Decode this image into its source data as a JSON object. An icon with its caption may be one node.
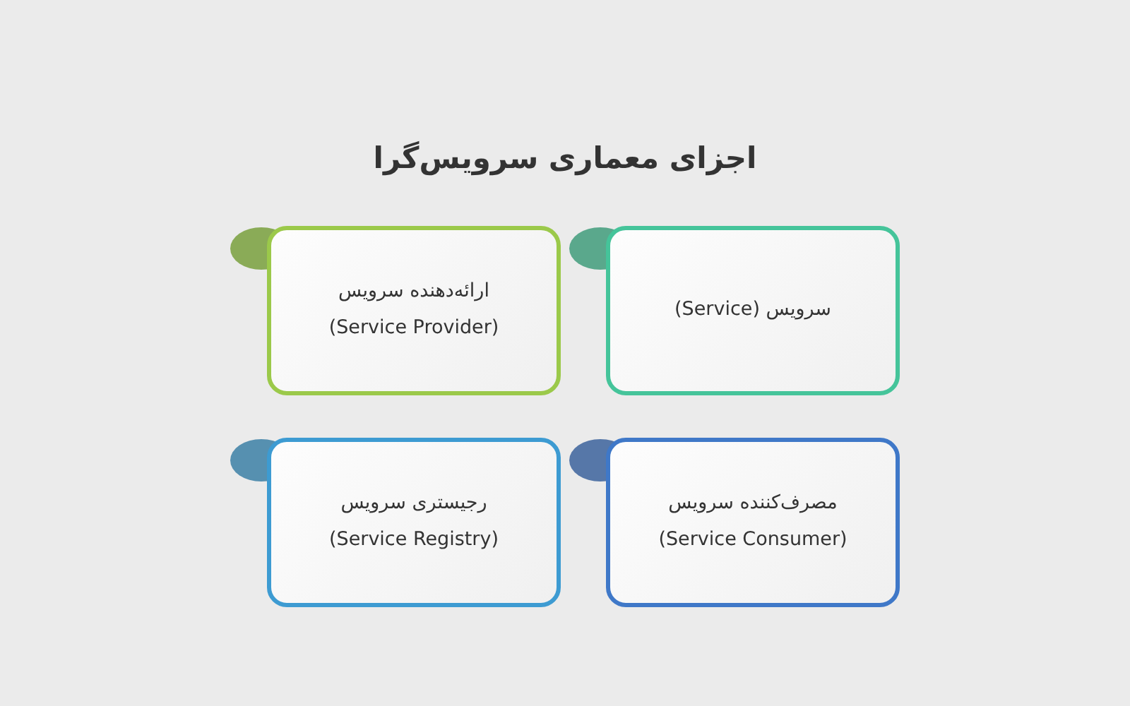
{
  "diagram": {
    "title": "اجزای معماری سرویس‌گرا",
    "nodes": [
      {
        "text": [
          "سرویس (Service)"
        ]
      },
      {
        "text": [
          "ارائه‌دهنده سرویس",
          "(Service Provider)"
        ]
      },
      {
        "text": [
          "مصرف‌کننده سرویس",
          "(Service Consumer)"
        ]
      },
      {
        "text": [
          "رجیستری سرویس",
          "(Service Registry)"
        ]
      }
    ]
  }
}
